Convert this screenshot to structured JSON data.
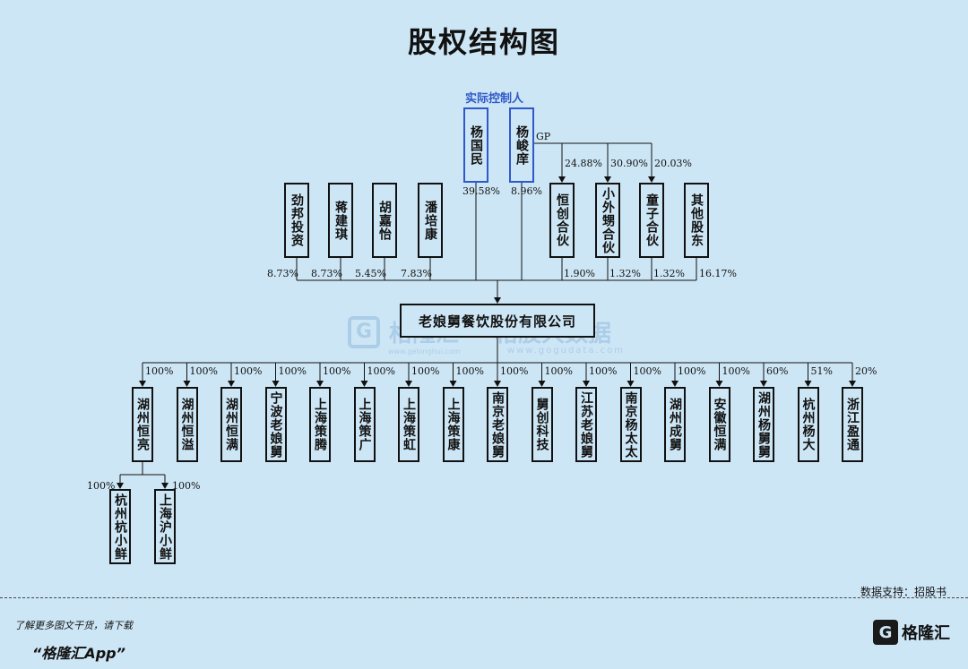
{
  "title": "股权结构图",
  "controller_label": "实际控制人",
  "gp_label": "GP",
  "company": "老娘舅餐饮股份有限公司",
  "controllers": [
    {
      "name": "杨国民",
      "pct": "39.58%"
    },
    {
      "name": "杨峻庠",
      "pct": "8.96%"
    }
  ],
  "partnerships": [
    {
      "name": "恒创合伙",
      "gp_pct": "24.88%",
      "pct": "1.90%"
    },
    {
      "name": "小外甥合伙",
      "gp_pct": "30.90%",
      "pct": "1.32%"
    },
    {
      "name": "童子合伙",
      "gp_pct": "20.03%",
      "pct": "1.32%"
    }
  ],
  "other_holder": {
    "name": "其他股东",
    "pct": "16.17%"
  },
  "investors": [
    {
      "name": "劲邦投资",
      "pct": "8.73%"
    },
    {
      "name": "蒋建琪",
      "pct": "8.73%"
    },
    {
      "name": "胡嘉怡",
      "pct": "5.45%"
    },
    {
      "name": "潘培康",
      "pct": "7.83%"
    }
  ],
  "subsidiaries": [
    {
      "name": "湖州恒亮",
      "pct": "100%"
    },
    {
      "name": "湖州恒溢",
      "pct": "100%"
    },
    {
      "name": "湖州恒满",
      "pct": "100%"
    },
    {
      "name": "宁波老娘舅",
      "pct": "100%"
    },
    {
      "name": "上海策腾",
      "pct": "100%"
    },
    {
      "name": "上海策广",
      "pct": "100%"
    },
    {
      "name": "上海策虹",
      "pct": "100%"
    },
    {
      "name": "上海策康",
      "pct": "100%"
    },
    {
      "name": "南京老娘舅",
      "pct": "100%"
    },
    {
      "name": "舅创科技",
      "pct": "100%"
    },
    {
      "name": "江苏老娘舅",
      "pct": "100%"
    },
    {
      "name": "南京杨太太",
      "pct": "100%"
    },
    {
      "name": "湖州成舅",
      "pct": "100%"
    },
    {
      "name": "安徽恒满",
      "pct": "100%"
    },
    {
      "name": "湖州杨舅舅",
      "pct": "60%"
    },
    {
      "name": "杭州杨大",
      "pct": "51%"
    },
    {
      "name": "浙江盈通",
      "pct": "20%"
    }
  ],
  "sub_subsidiaries": [
    {
      "name": "杭州杭小鲜",
      "pct": "100%"
    },
    {
      "name": "上海沪小鲜",
      "pct": "100%"
    }
  ],
  "watermark": {
    "brand": "格隆汇",
    "brand_url": "www.gelonghui.com",
    "partner": "格股大数据",
    "partner_url": "www.gogudata.com"
  },
  "source_text": "数据支持：招股书",
  "footer": {
    "line1": "了解更多图文干货，请下载",
    "line2": "“格隆汇App”"
  },
  "logo": {
    "icon": "G",
    "text": "格隆汇",
    "url": "www.gelonghui.com"
  }
}
